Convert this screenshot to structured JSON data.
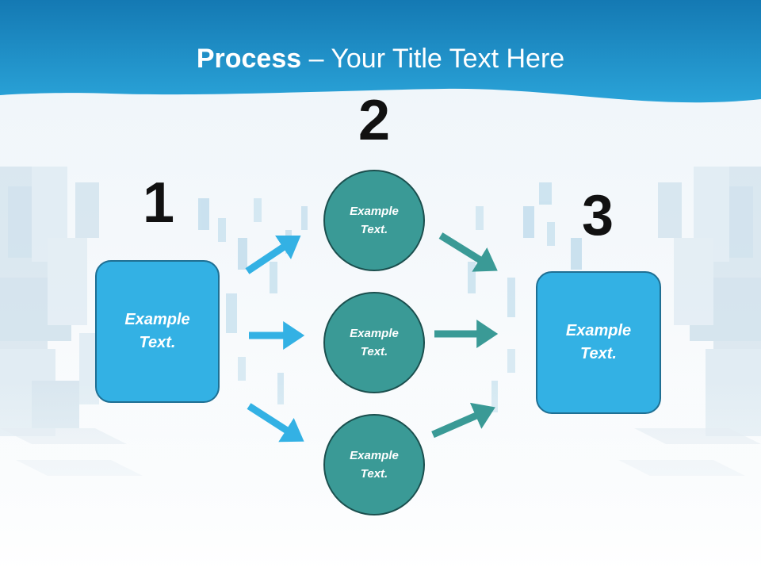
{
  "title": {
    "bold": "Process",
    "rest": " – Your Title Text Here"
  },
  "steps": {
    "one": {
      "number": "1",
      "text": "Example\nText."
    },
    "two": {
      "number": "2",
      "circles": [
        {
          "text": "Example\nText."
        },
        {
          "text": "Example\nText."
        },
        {
          "text": "Example\nText."
        }
      ]
    },
    "three": {
      "number": "3",
      "text": "Example\nText."
    }
  },
  "colors": {
    "header": "#1a8fc8",
    "box_fill": "#33b1e4",
    "circle_fill": "#3a9a96",
    "arrow_blue": "#33b1e4",
    "arrow_teal": "#3a9a96"
  }
}
